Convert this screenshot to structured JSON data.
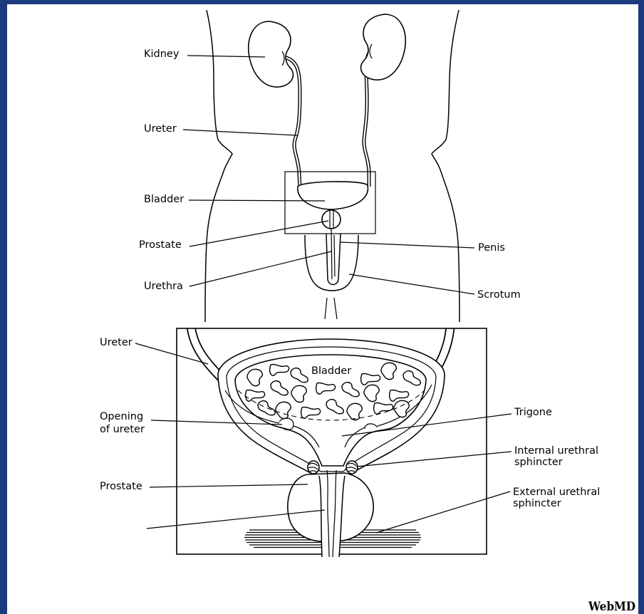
{
  "colors": {
    "frame": "#1c3a7e",
    "panel": "#ffffff",
    "ink": "#000000"
  },
  "overview": {
    "labels": {
      "kidney": "Kidney",
      "ureter": "Ureter",
      "bladder": "Bladder",
      "prostate": "Prostate",
      "urethra": "Urethra",
      "penis": "Penis",
      "scrotum": "Scrotum"
    }
  },
  "detail": {
    "labels": {
      "ureter": "Ureter",
      "bladder": "Bladder",
      "opening_of_ureter": [
        "Opening",
        "of ureter"
      ],
      "trigone": "Trigone",
      "internal_urethral_sphincter": [
        "Internal urethral",
        "sphincter"
      ],
      "prostate": "Prostate",
      "external_urethral_sphincter": [
        "External urethral",
        "sphincter"
      ]
    }
  },
  "logo": {
    "text": "WebMD"
  }
}
